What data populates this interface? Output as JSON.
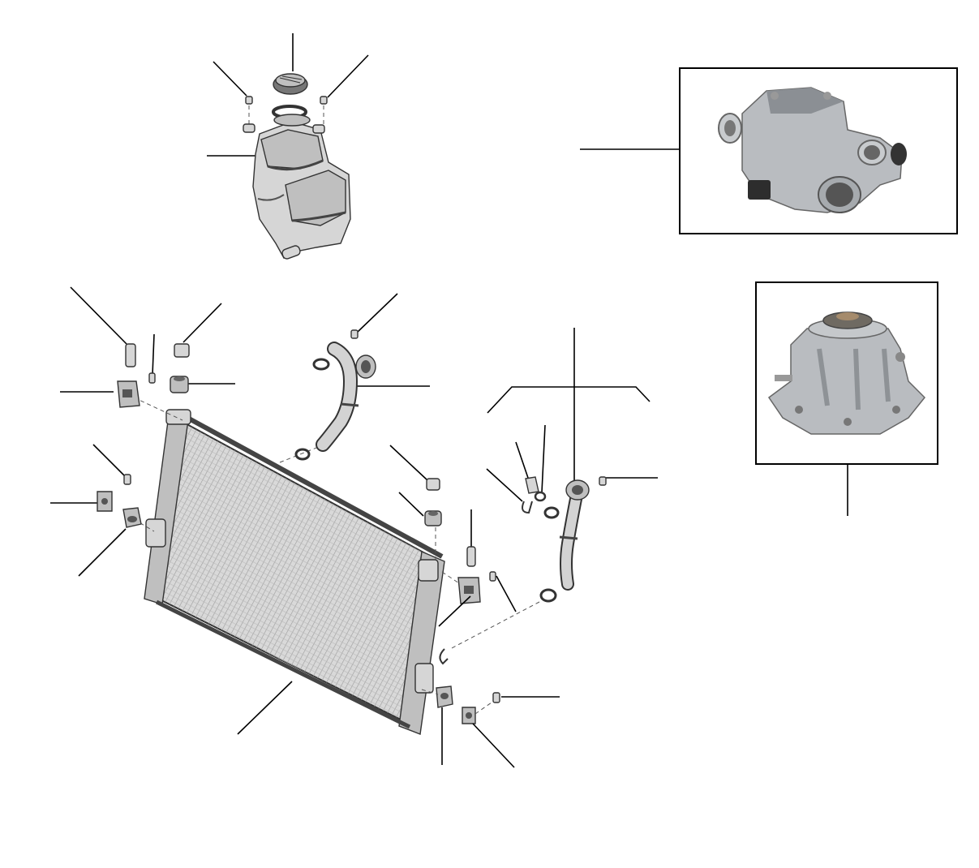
{
  "diagram": {
    "kind": "exploded-parts-diagram",
    "colors": {
      "background": "#ffffff",
      "line": "#000000",
      "part_fill": "#d6d6d6",
      "metal_fill": "#b9bcc0"
    },
    "components": [
      {
        "id": "expansion-tank",
        "icon": "coolant-expansion-tank-icon"
      },
      {
        "id": "filler-cap",
        "icon": "filler-cap-icon"
      },
      {
        "id": "radiator",
        "icon": "radiator-icon"
      },
      {
        "id": "upper-hose",
        "icon": "coolant-hose-icon"
      },
      {
        "id": "lower-hose",
        "icon": "coolant-hose-icon"
      },
      {
        "id": "thermostat-housing-photo",
        "icon": "thermostat-housing-icon"
      },
      {
        "id": "water-pump-photo",
        "icon": "water-pump-icon"
      },
      {
        "id": "mounting-brackets",
        "icon": "bracket-icon"
      },
      {
        "id": "bushes",
        "icon": "rubber-bush-icon"
      },
      {
        "id": "bolts-screws",
        "icon": "bolt-icon"
      },
      {
        "id": "o-rings",
        "icon": "o-ring-icon"
      },
      {
        "id": "clips",
        "icon": "clip-icon"
      }
    ]
  }
}
